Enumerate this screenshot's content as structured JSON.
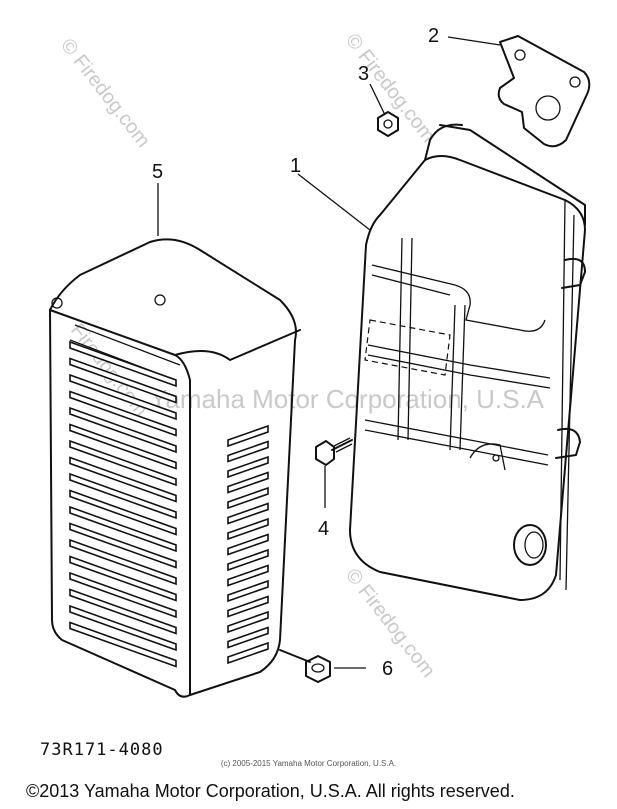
{
  "callouts": {
    "p1": "1",
    "p2": "2",
    "p3": "3",
    "p4": "4",
    "p5": "5",
    "p6": "6"
  },
  "watermarks": {
    "site": "© Firedog.com",
    "site_short": "Firedog.com",
    "center": "Yamaha Motor Corporation, U.S.A"
  },
  "part_code": "73R171-4080",
  "small_copyright": "(c) 2005-2015 Yamaha Motor Corporation, U.S.A.",
  "footer": "©2013 Yamaha Motor Corporation, U.S.A. All rights reserved."
}
